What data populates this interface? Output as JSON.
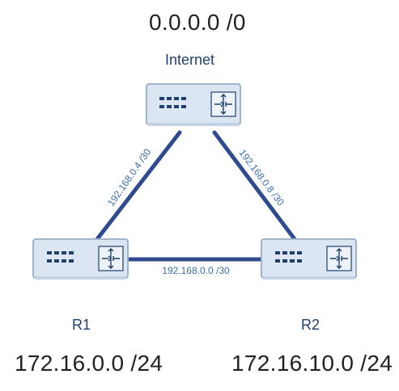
{
  "top_route": "0.0.0.0 /0",
  "nodes": {
    "internet": {
      "label": "Internet"
    },
    "r1": {
      "label": "R1",
      "network": "172.16.0.0 /24"
    },
    "r2": {
      "label": "R2",
      "network": "172.16.10.0 /24"
    }
  },
  "links": {
    "internet_r1": "192.168.0.4 /30",
    "internet_r2": "192.168.0.8 /30",
    "r1_r2": "192.168.0.0 /30"
  },
  "colors": {
    "link_line": "#2f4b8f",
    "router_fill": "#dce6f2",
    "router_stroke": "#9fb3cc",
    "port": "#1f3f6e",
    "link_text": "#3a6ea8"
  }
}
